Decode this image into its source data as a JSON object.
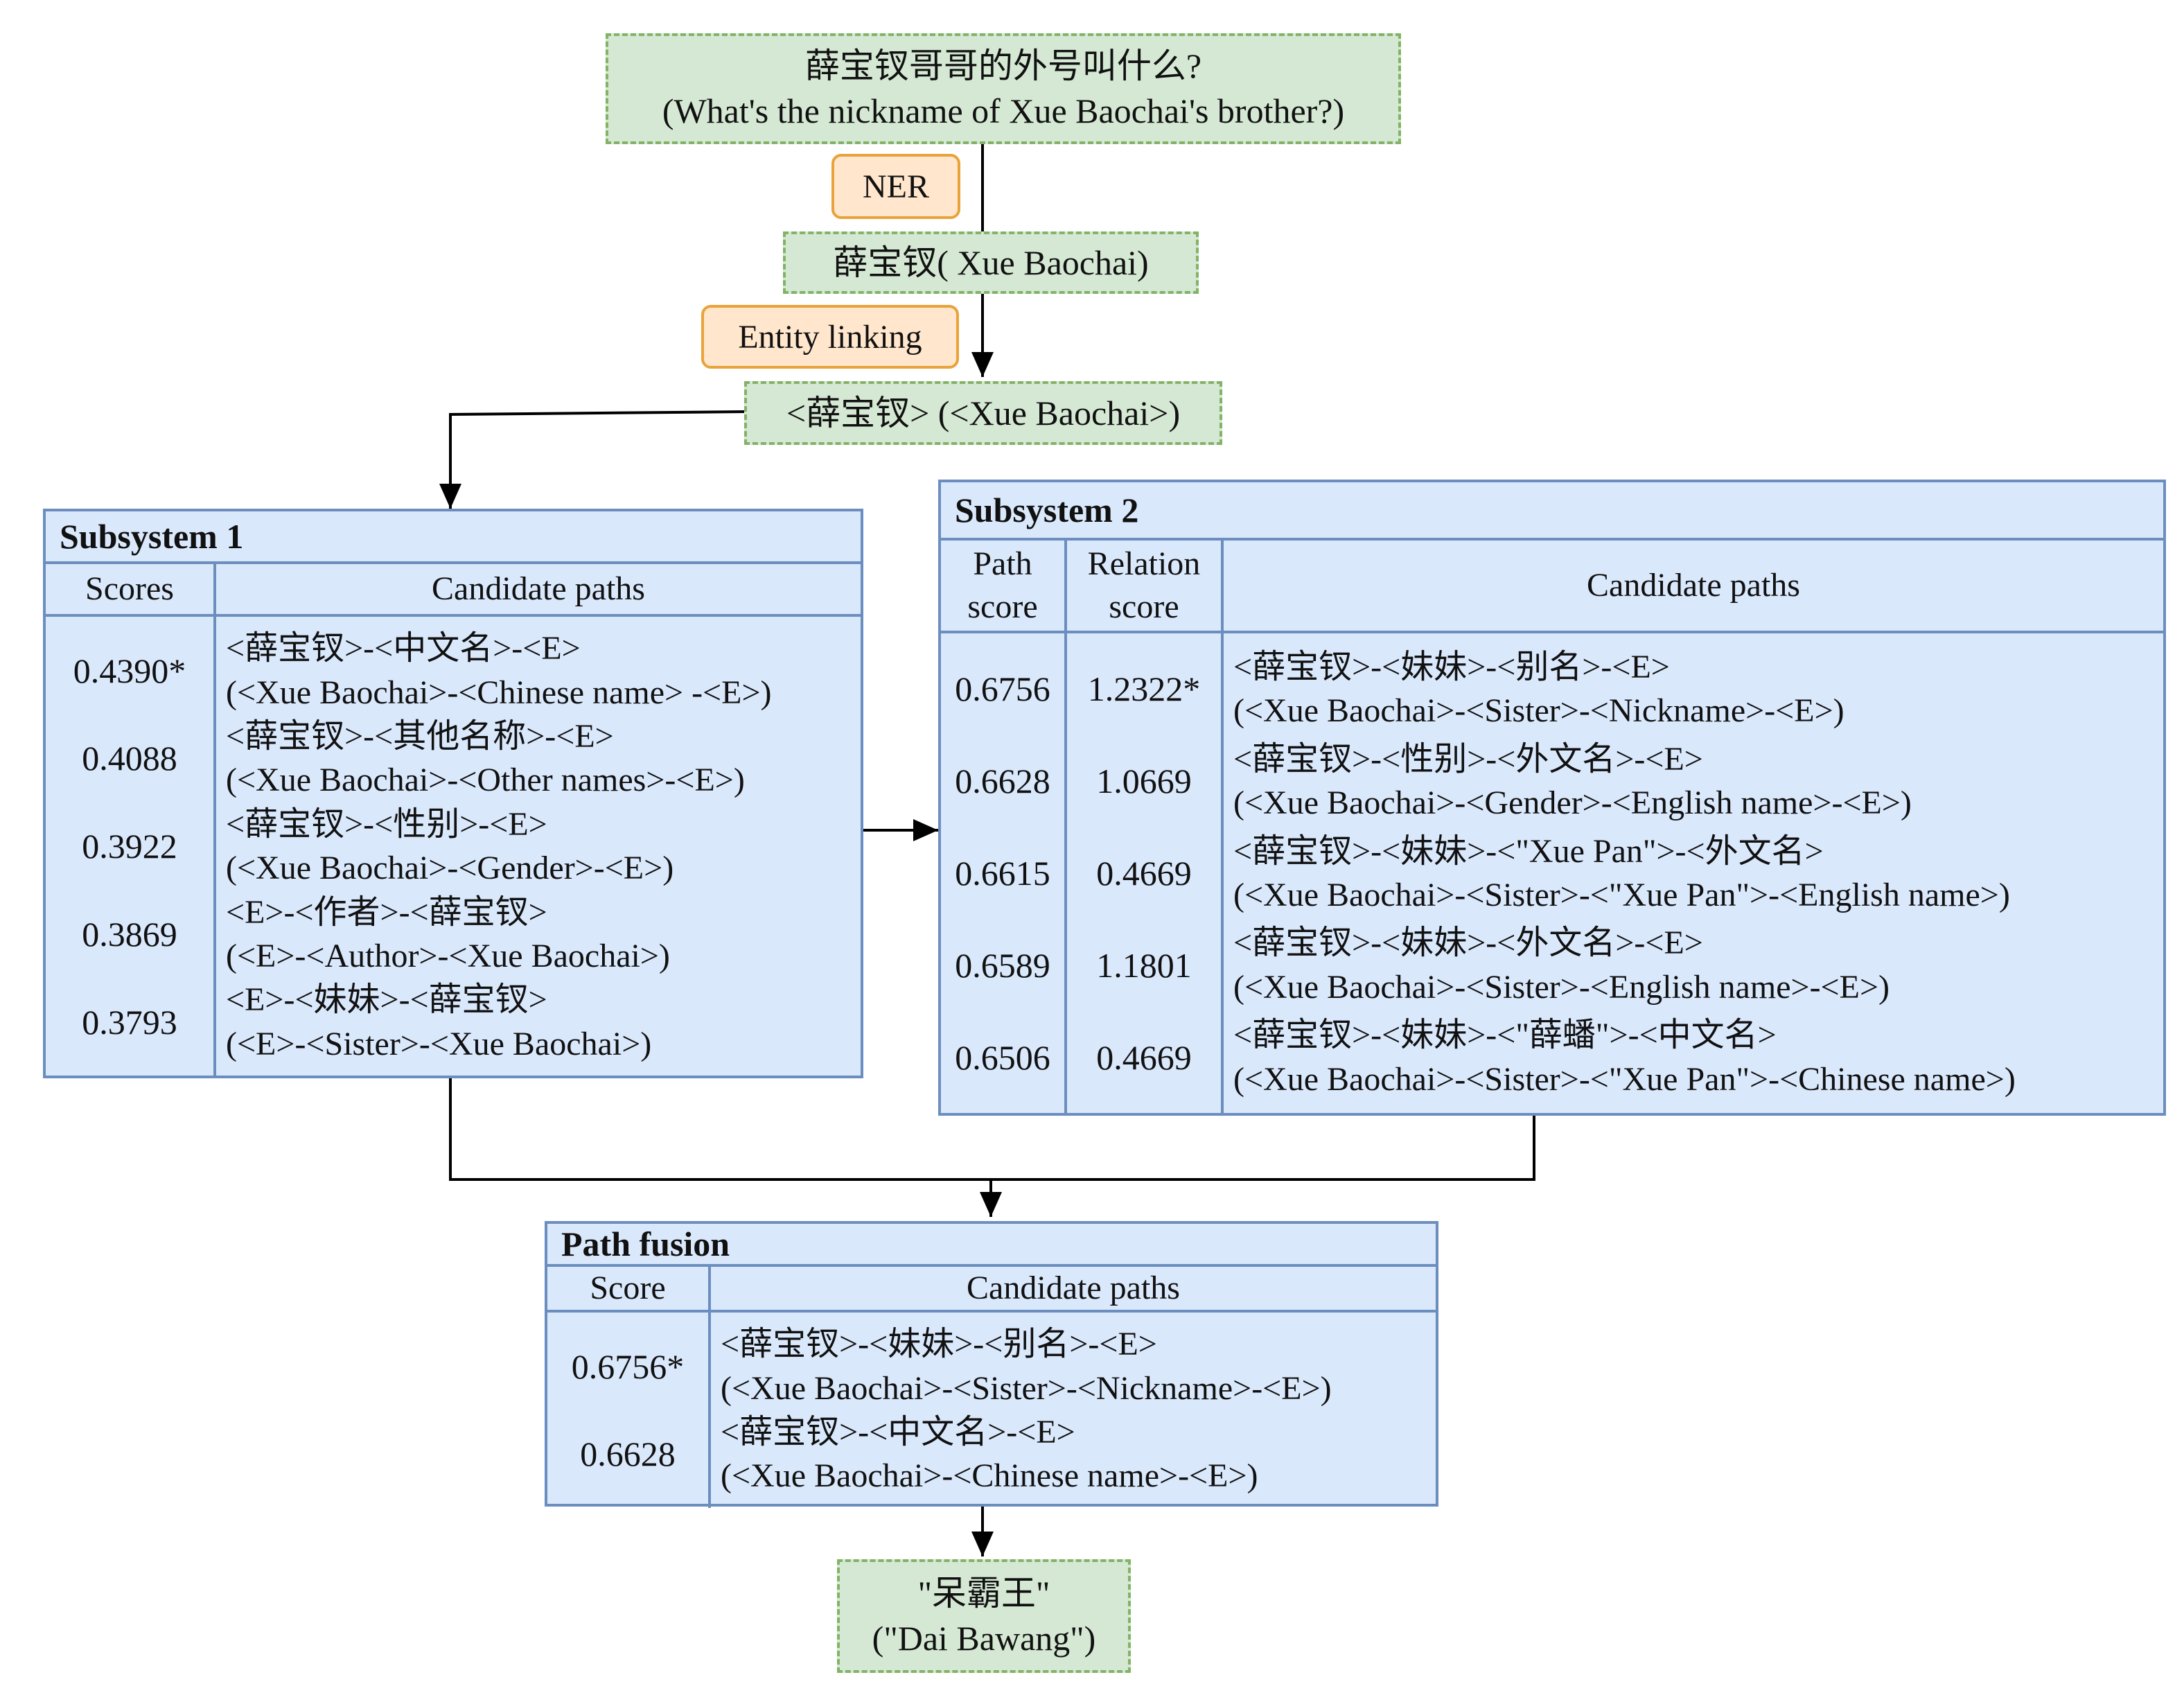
{
  "question": {
    "chinese": "薛宝钗哥哥的外号叫什么?",
    "english": "(What's the nickname of Xue Baochai's brother?)"
  },
  "steps": {
    "ner": "NER",
    "entity_linking": "Entity linking"
  },
  "entity_mention": "薛宝钗( Xue Baochai)",
  "linked_entity": "<薛宝钗> (<Xue Baochai>)",
  "subsystem1": {
    "title": "Subsystem 1",
    "headers": [
      "Scores",
      "Candidate paths"
    ],
    "rows": [
      {
        "score": "0.4390*",
        "path_cn": "<薛宝钗>-<中文名>-<E>",
        "path_en": "(<Xue Baochai>-<Chinese name> -<E>)"
      },
      {
        "score": "0.4088",
        "path_cn": "<薛宝钗>-<其他名称>-<E>",
        "path_en": "(<Xue Baochai>-<Other names>-<E>)"
      },
      {
        "score": "0.3922",
        "path_cn": "<薛宝钗>-<性别>-<E>",
        "path_en": "(<Xue Baochai>-<Gender>-<E>)"
      },
      {
        "score": "0.3869",
        "path_cn": "<E>-<作者>-<薛宝钗>",
        "path_en": "(<E>-<Author>-<Xue Baochai>)"
      },
      {
        "score": "0.3793",
        "path_cn": "<E>-<妹妹>-<薛宝钗>",
        "path_en": "(<E>-<Sister>-<Xue Baochai>)"
      }
    ]
  },
  "subsystem2": {
    "title": "Subsystem 2",
    "headers": [
      "Path score",
      "Relation score",
      "Candidate paths"
    ],
    "rows": [
      {
        "path_score": "0.6756",
        "relation_score": "1.2322*",
        "path_cn": "<薛宝钗>-<妹妹>-<别名>-<E>",
        "path_en": "(<Xue Baochai>-<Sister>-<Nickname>-<E>)"
      },
      {
        "path_score": "0.6628",
        "relation_score": "1.0669",
        "path_cn": "<薛宝钗>-<性别>-<外文名>-<E>",
        "path_en": "(<Xue Baochai>-<Gender>-<English name>-<E>)"
      },
      {
        "path_score": "0.6615",
        "relation_score": "0.4669",
        "path_cn": "<薛宝钗>-<妹妹>-<\"Xue Pan\">-<外文名>",
        "path_en": "(<Xue Baochai>-<Sister>-<\"Xue Pan\">-<English name>)"
      },
      {
        "path_score": "0.6589",
        "relation_score": "1.1801",
        "path_cn": "<薛宝钗>-<妹妹>-<外文名>-<E>",
        "path_en": "(<Xue Baochai>-<Sister>-<English name>-<E>)"
      },
      {
        "path_score": "0.6506",
        "relation_score": "0.4669",
        "path_cn": "<薛宝钗>-<妹妹>-<\"薛蟠\">-<中文名>",
        "path_en": "(<Xue Baochai>-<Sister>-<\"Xue Pan\">-<Chinese name>)"
      }
    ]
  },
  "path_fusion": {
    "title": "Path fusion",
    "headers": [
      "Score",
      "Candidate paths"
    ],
    "rows": [
      {
        "score": "0.6756*",
        "path_cn": "<薛宝钗>-<妹妹>-<别名>-<E>",
        "path_en": "(<Xue Baochai>-<Sister>-<Nickname>-<E>)"
      },
      {
        "score": "0.6628",
        "path_cn": "<薛宝钗>-<中文名>-<E>",
        "path_en": "(<Xue Baochai>-<Chinese name>-<E>)"
      }
    ]
  },
  "answer": {
    "chinese": "\"呆霸王\"",
    "english": "(\"Dai Bawang\")"
  }
}
